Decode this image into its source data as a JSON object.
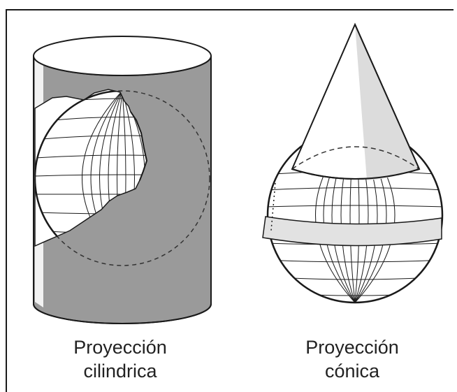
{
  "figures": [
    {
      "label_line1": "Proyección",
      "label_line2": "cilindrica"
    },
    {
      "label_line1": "Proyección",
      "label_line2": "cónica"
    }
  ],
  "colors": {
    "cylinder_surface": "#9a9a9a",
    "line": "#1a1a1a",
    "band": "#e2e2e2"
  },
  "icons": [
    "globe-grid-icon",
    "cylinder-shape",
    "cone-shape"
  ]
}
